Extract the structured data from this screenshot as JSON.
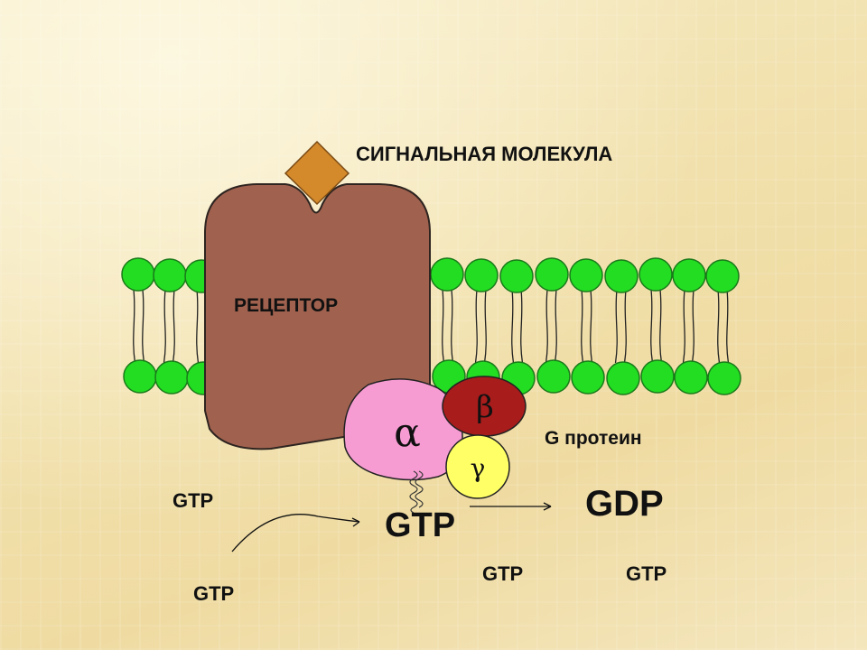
{
  "labels": {
    "signal_molecule": "СИГНАЛЬНАЯ МОЛЕКУЛА",
    "receptor": "РЕЦЕПТОР",
    "g_protein": "G протеин",
    "alpha": "α",
    "beta": "β",
    "gamma": "γ",
    "gtp_left_upper": "GTP",
    "gtp_left_lower": "GTP",
    "gtp_bound": "GTP",
    "gdp": "GDP",
    "gtp_bottom_center": "GTP",
    "gtp_bottom_right": "GTP"
  },
  "colors": {
    "membrane_head": "#22dd22",
    "receptor": "#a0624f",
    "signal_molecule": "#d4892a",
    "alpha_subunit": "#f79cd3",
    "beta_subunit": "#a81c1c",
    "gamma_subunit": "#ffff66"
  }
}
